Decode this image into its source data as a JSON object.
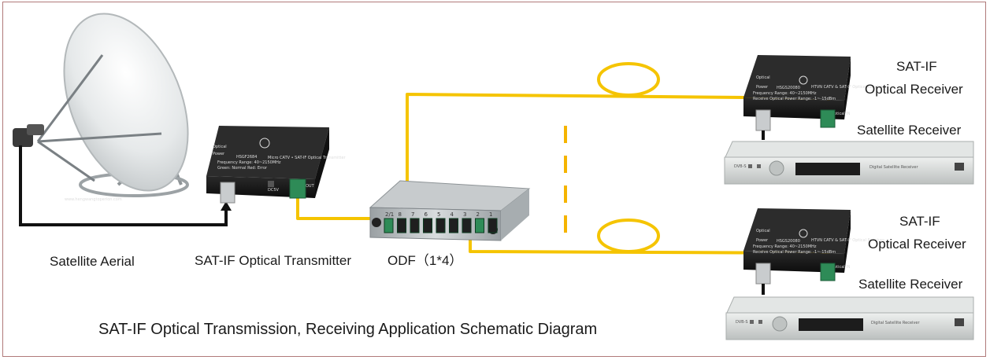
{
  "labels": {
    "aerial": "Satellite Aerial",
    "transmitter": "SAT-IF Optical Transmitter",
    "odf": "ODF（1*4）",
    "rx1_line1": "SAT-IF",
    "rx1_line2": "Optical Receiver",
    "rx1_sat": "Satellite Receiver",
    "rx2_line1": "SAT-IF",
    "rx2_line2": "Optical Receiver",
    "rx2_sat": "Satellite Receiver"
  },
  "title": "SAT-IF Optical Transmission, Receiving Application Schematic Diagram",
  "device_text": {
    "tx_model": "HSGF2684",
    "tx_optical": "Optical",
    "tx_power": "Power",
    "tx_line": "Micro CATV • SAT-IF Optical Transmitter",
    "tx_freq": "Frequency Range: 40~2150MHz",
    "tx_status": "Green: Normal  Red: Error",
    "tx_dc": "DC5V",
    "tx_out": "OUT",
    "rx_model": "HSGS20080",
    "rx_optical": "Optical",
    "rx_power": "Power",
    "rx_line": "HTVN CATV & SAT-IF Optical Receiver",
    "rx_freq": "Frequency Range: 40~2150MHz",
    "rx_input": "Receive Optical Power Range: -1~-15dBm",
    "rx_in": "Optical IN",
    "watermark": "www.hengwangtoperion.com",
    "stb_brand": "DVB-S",
    "stb_model": "Digital Satellite Receiver"
  },
  "odf_ports": [
    "1",
    "2",
    "3",
    "4",
    "5",
    "6",
    "7",
    "8",
    "2/1"
  ],
  "colors": {
    "fiber": "#f5c400",
    "cable": "#111111",
    "device_body": "#1c1c1c",
    "connector": "#2e8b57",
    "stb_body": "#d4d7d6"
  }
}
